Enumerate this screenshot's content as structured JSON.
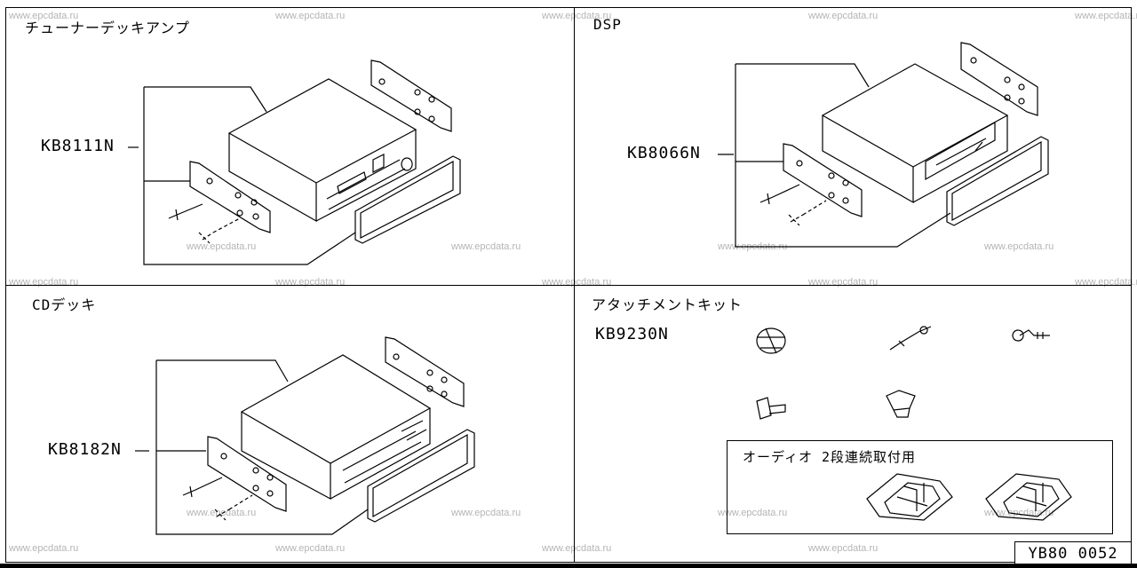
{
  "sections": [
    {
      "title": "チューナーデッキアンプ",
      "part_code": "KB8111N"
    },
    {
      "title": "DSP",
      "part_code": "KB8066N"
    },
    {
      "title": "CDデッキ",
      "part_code": "KB8182N"
    },
    {
      "title": "アタッチメントキット",
      "part_code": "KB9230N",
      "sub_box_title": "オーディオ 2段連続取付用"
    }
  ],
  "watermark": "www.epcdata.ru",
  "doc_id": "YB80 0052"
}
